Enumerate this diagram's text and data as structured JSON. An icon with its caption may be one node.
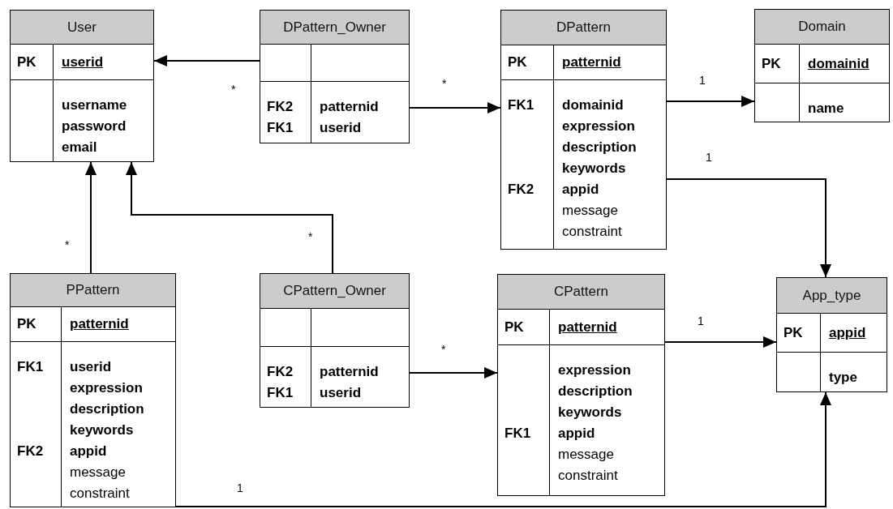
{
  "diagram": {
    "nodes": [
      {
        "text": [
          "User",
          "PK",
          "userid",
          "username password email"
        ]
      },
      {
        "text": [
          "DPattern_Owner",
          "FK2 FK1",
          "patternid userid"
        ]
      },
      {
        "text": [
          "DPattern",
          "PK",
          "patternid",
          "FK1",
          "FK2",
          "**domainid expression description keywords appid** message constraint"
        ]
      },
      {
        "text": [
          "Domain",
          "PK",
          "domainid",
          "name"
        ]
      },
      {
        "text": [
          "PPattern",
          "PK",
          "patternid",
          "FK1",
          "FK2",
          "**userid expression description keywords appid** message constraint"
        ]
      },
      {
        "text": [
          "CPattern_Owner",
          "FK2 FK1",
          "patternid userid"
        ]
      },
      {
        "text": [
          "CPattern",
          "PK",
          "patternid",
          "FK1",
          "**expression description keywords appid** message constraint"
        ]
      },
      {
        "text": [
          "App_type",
          "PK",
          "appid",
          "type"
        ]
      }
    ],
    "edges": [
      {
        "from": 1,
        "to": 0,
        "arrow": "to",
        "label": "*"
      },
      {
        "from": 1,
        "to": 2,
        "arrow": "to",
        "label": "*"
      },
      {
        "from": 2,
        "to": 3,
        "arrow": "to",
        "label": "1"
      },
      {
        "from": 2,
        "to": 7,
        "arrow": "to",
        "label": "1"
      },
      {
        "from": 4,
        "to": 0,
        "arrow": "to",
        "label": "*"
      },
      {
        "from": 5,
        "to": 0,
        "arrow": "to",
        "label": "*"
      },
      {
        "from": 5,
        "to": 6,
        "arrow": "to",
        "label": "*"
      },
      {
        "from": 6,
        "to": 7,
        "arrow": "to",
        "label": "1"
      },
      {
        "from": 4,
        "to": 7,
        "arrow": "to",
        "label": "1"
      }
    ]
  }
}
